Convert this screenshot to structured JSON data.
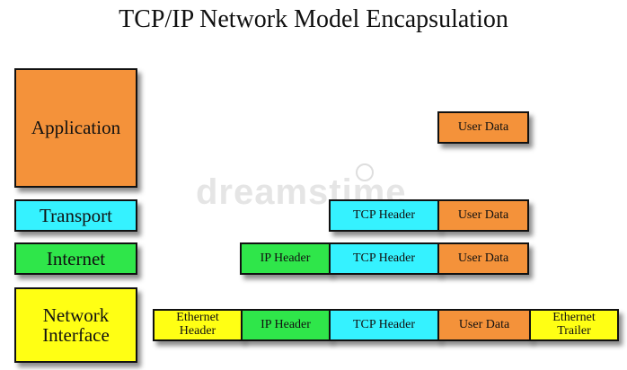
{
  "title": "TCP/IP Network Model Encapsulation",
  "layers": {
    "application": "Application",
    "transport": "Transport",
    "internet": "Internet",
    "network_interface": "Network Interface"
  },
  "segments": {
    "user_data": "User Data",
    "tcp_header": "TCP Header",
    "ip_header": "IP Header",
    "ethernet_header": "Ethernet Header",
    "ethernet_trailer": "Ethernet Trailer"
  },
  "watermark": "dreamstime",
  "colors": {
    "application": "#f4923a",
    "transport": "#35f2ff",
    "internet": "#2fe64a",
    "network_interface": "#ffff14"
  }
}
